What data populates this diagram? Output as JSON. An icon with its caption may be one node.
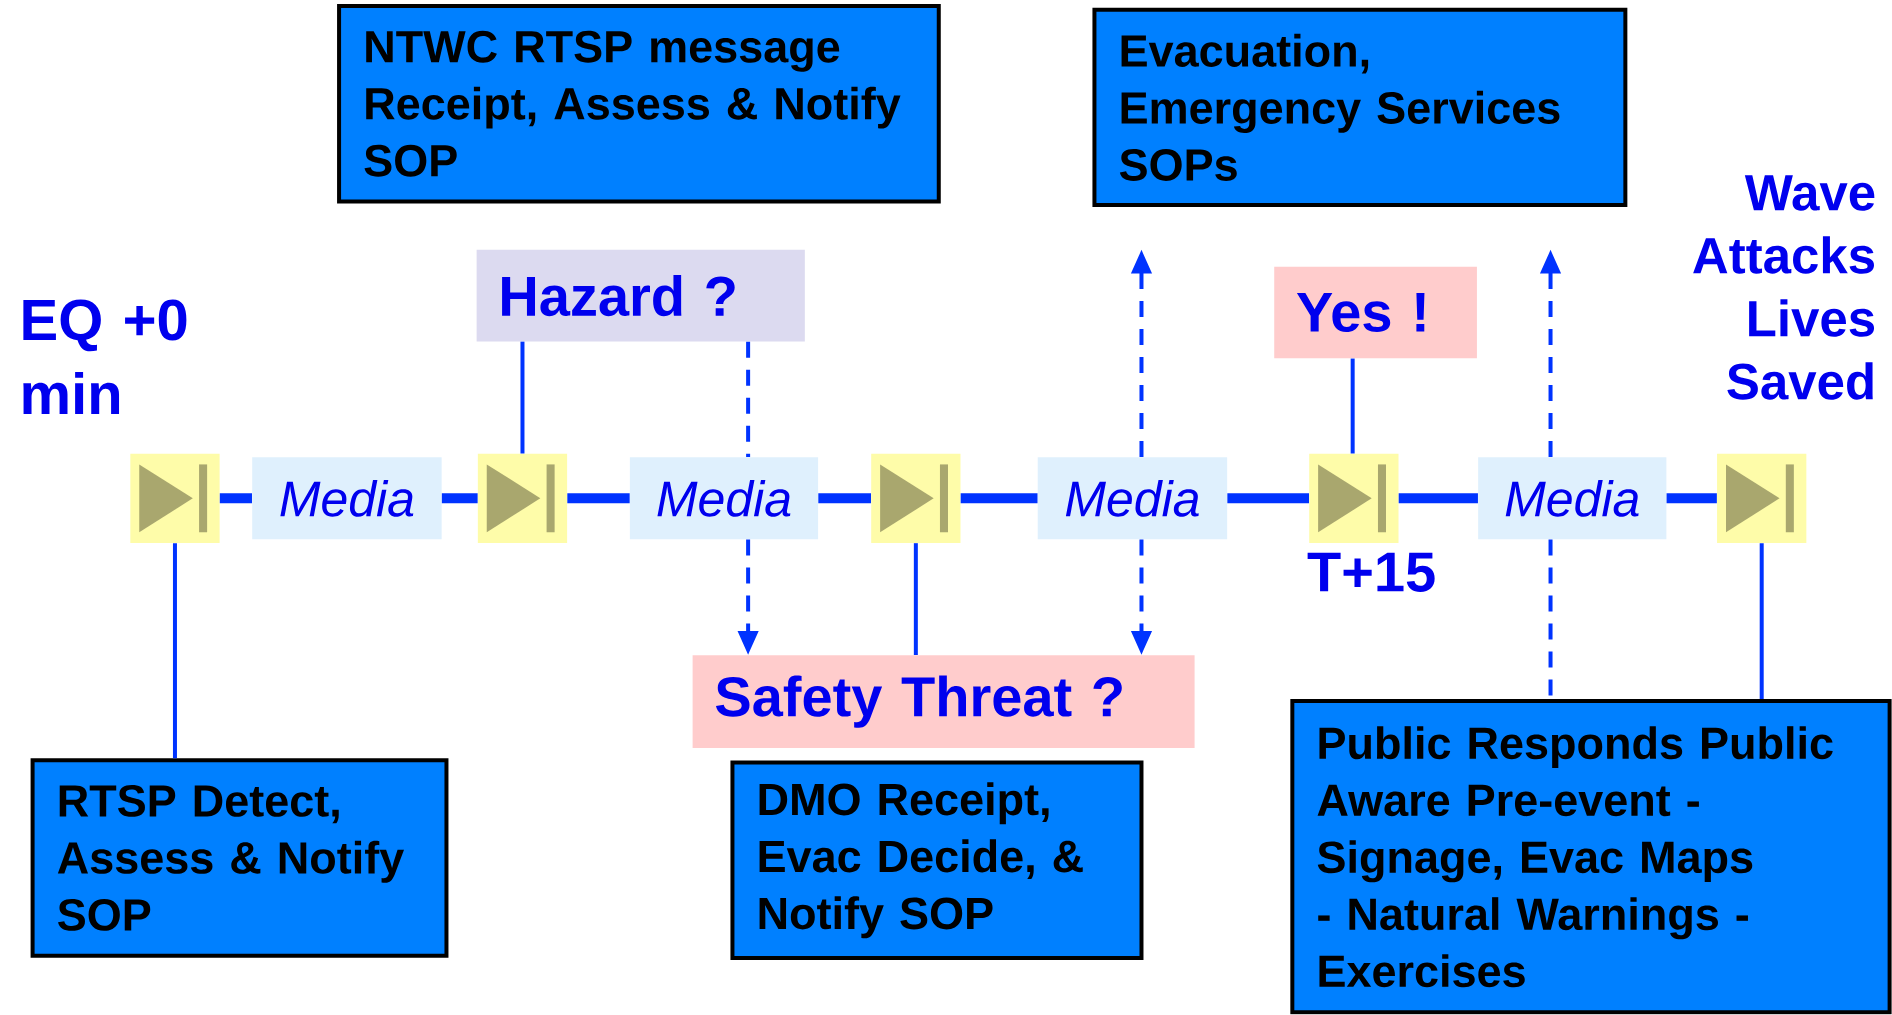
{
  "diagram": {
    "nodes": [
      {
        "text": [
          "NTWC RTSP message Receipt, Assess & Notify SOP"
        ]
      },
      {
        "text": [
          "Evacuation, Emergency Services SOPs"
        ]
      },
      {
        "text": [
          "Hazard ?"
        ]
      },
      {
        "text": [
          "Yes !"
        ]
      },
      {
        "text": [],
        "shape": "picture"
      },
      {
        "text": [
          "Media"
        ]
      },
      {
        "text": [],
        "shape": "picture"
      },
      {
        "text": [
          "Media"
        ]
      },
      {
        "text": [],
        "shape": "picture"
      },
      {
        "text": [
          "Media"
        ]
      },
      {
        "text": [],
        "shape": "picture",
        "beside": [
          "T+15"
        ]
      },
      {
        "text": [
          "Media"
        ]
      },
      {
        "text": [],
        "shape": "picture"
      },
      {
        "text": [
          "Safety Threat ?"
        ]
      },
      {
        "text": [
          "RTSP Detect, Assess & Notify SOP"
        ]
      },
      {
        "text": [
          "DMO Receipt, Evac Decide, & Notify SOP"
        ]
      },
      {
        "text": [
          "Public Responds Public Aware Pre-event - Signage, Evac Maps - Natural Warnings - Exercises"
        ]
      }
    ],
    "edges": [
      {
        "from": 4,
        "to": 5,
        "arrow": "none",
        "style": "thick"
      },
      {
        "from": 5,
        "to": 6,
        "arrow": "none",
        "style": "thick"
      },
      {
        "from": 6,
        "to": 7,
        "arrow": "none",
        "style": "thick"
      },
      {
        "from": 7,
        "to": 8,
        "arrow": "none",
        "style": "thick"
      },
      {
        "from": 8,
        "to": 9,
        "arrow": "none",
        "style": "thick"
      },
      {
        "from": 9,
        "to": 10,
        "arrow": "none",
        "style": "thick"
      },
      {
        "from": 10,
        "to": 11,
        "arrow": "none",
        "style": "thick"
      },
      {
        "from": 11,
        "to": 12,
        "arrow": "none",
        "style": "thick"
      },
      {
        "from": 4,
        "to": 14,
        "arrow": "none"
      },
      {
        "from": 2,
        "to": 6,
        "arrow": "none"
      },
      {
        "from": 2,
        "to": 7,
        "arrow": "none",
        "style": "dashed"
      },
      {
        "from": 7,
        "to": 13,
        "arrow": "to",
        "style": "dashed"
      },
      {
        "from": 8,
        "to": 13,
        "arrow": "none"
      },
      {
        "from": 9,
        "to": null,
        "arrow": "to",
        "style": "dashed"
      },
      {
        "from": 9,
        "to": 13,
        "arrow": "to",
        "style": "dashed"
      },
      {
        "from": 3,
        "to": 10,
        "arrow": "none"
      },
      {
        "from": 11,
        "to": null,
        "arrow": "to",
        "style": "dashed"
      },
      {
        "from": 11,
        "to": 16,
        "arrow": "none",
        "style": "dashed"
      },
      {
        "from": 12,
        "to": 16,
        "arrow": "none"
      }
    ],
    "labels": [
      "EQ +0 min",
      "Wave Attacks Lives Saved"
    ]
  }
}
